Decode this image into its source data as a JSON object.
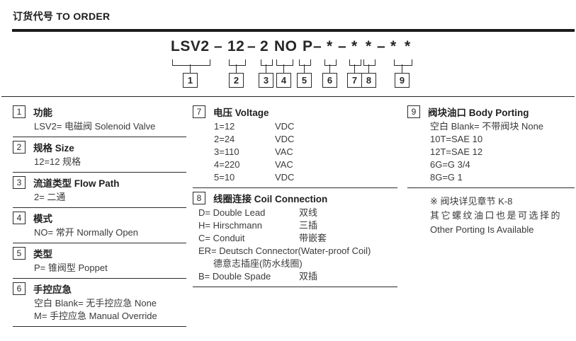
{
  "header": {
    "title": "订货代号 TO ORDER"
  },
  "order_code": {
    "segments": [
      "LSV2",
      "–",
      "12",
      "–",
      "2",
      "NO",
      "P",
      "–",
      "*",
      "–",
      "*",
      "*",
      "–",
      "*",
      "*"
    ],
    "positions": [
      "1",
      "2",
      "3",
      "4",
      "5",
      "6",
      "7",
      "8",
      "9"
    ]
  },
  "left_column": {
    "sections": [
      {
        "num": "1",
        "title": "功能",
        "lines": [
          "LSV2= 电磁阀 Solenoid Valve"
        ]
      },
      {
        "num": "2",
        "title": "规格 Size",
        "lines": [
          "12=12 规格"
        ]
      },
      {
        "num": "3",
        "title": "流道类型 Flow Path",
        "lines": [
          "2= 二通"
        ]
      },
      {
        "num": "4",
        "title": "模式",
        "lines": [
          "NO= 常开 Normally Open"
        ]
      },
      {
        "num": "5",
        "title": "类型",
        "lines": [
          "P= 锥阀型 Poppet"
        ]
      },
      {
        "num": "6",
        "title": "手控应急",
        "lines": [
          "空白 Blank= 无手控应急 None",
          "M= 手控应急 Manual Override"
        ]
      }
    ]
  },
  "middle_column": {
    "voltage": {
      "num": "7",
      "title": "电压 Voltage",
      "rows": [
        {
          "value": "1=12",
          "unit": "VDC"
        },
        {
          "value": "2=24",
          "unit": "VDC"
        },
        {
          "value": "3=110",
          "unit": "VAC"
        },
        {
          "value": "4=220",
          "unit": "VAC"
        },
        {
          "value": "5=10",
          "unit": "VDC"
        }
      ]
    },
    "coil": {
      "num": "8",
      "title": "线圈连接 Coil Connection",
      "rows": [
        {
          "text": "D= Double Lead",
          "zh": "双线"
        },
        {
          "text": "H= Hirschmann",
          "zh": "三插"
        },
        {
          "text": "C= Conduit",
          "zh": "带嵌套"
        },
        {
          "text": "ER= Deutsch Connector(Water-proof Coil)",
          "zh": ""
        },
        {
          "text": "德意志插座(防水线圈)",
          "zh": ""
        },
        {
          "text": "B= Double Spade",
          "zh": "双插"
        }
      ]
    }
  },
  "right_column": {
    "porting": {
      "num": "9",
      "title": "阀块油口 Body Porting",
      "lines": [
        "空白 Blank= 不带阀块 None",
        "10T=SAE 10",
        "12T=SAE 12",
        "6G=G 3/4",
        "8G=G 1"
      ]
    },
    "note": {
      "lines": [
        "※ 阀块详见章节 K-8",
        "其它螺纹油口也是可选择的",
        "Other Porting Is Available"
      ]
    }
  },
  "colors": {
    "ink": "#2a2a2a",
    "body_text": "#3a3a3a",
    "background": "#ffffff"
  }
}
